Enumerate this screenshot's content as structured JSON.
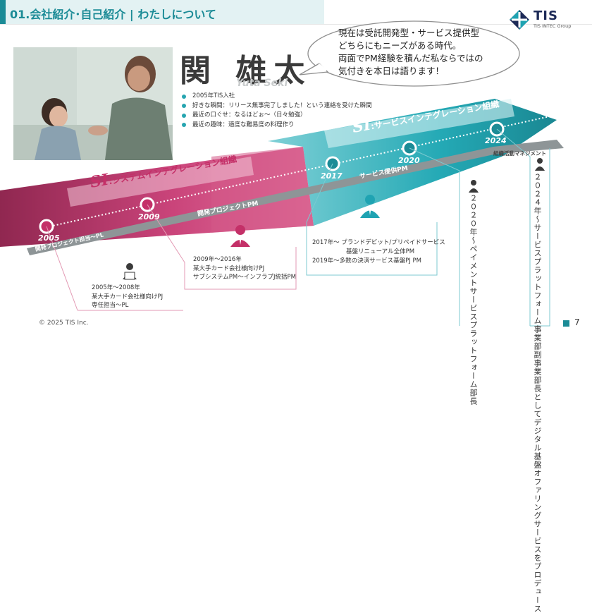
{
  "header": {
    "title": "01.会社紹介･自己紹介 | わたしについて"
  },
  "logo": {
    "name": "TIS",
    "group": "TIS INTEC Group"
  },
  "profile": {
    "name": "関 雄太",
    "name_en": "Yuta Seki",
    "bullets": [
      "2005年TIS入社",
      "好きな瞬間：リリース無事完了しました！という連絡を受けた瞬間",
      "最近の口ぐせ：なるほどぉ～（日々勉強）",
      "最近の趣味：適度な難易度の料理作り"
    ]
  },
  "speech_bubble": {
    "lines": [
      "現在は受託開発型・サービス提供型",
      "どちらにもニーズがある時代。",
      "両面でPM経験を積んだ私ならではの",
      "気付きを本日は語ります！"
    ]
  },
  "timeline": {
    "years": [
      "2005",
      "2009",
      "2017",
      "2020",
      "2024"
    ],
    "si_system": {
      "prefix": "SI",
      "label": ":システムインテグレーション組織"
    },
    "si_service": {
      "prefix": "SI",
      "label": ":サービスインテグレーション組織"
    },
    "roles": {
      "project_lead": "開発プロジェクト担当～PL",
      "dev_pm": "開発プロジェクトPM",
      "service_pm": "サービス提供PM",
      "org_mgmt": "組織活動マネジメント"
    }
  },
  "callouts": {
    "c2005": [
      "2005年～2008年",
      "某大手カード会社様向けPJ",
      "専任担当～PL"
    ],
    "c2009": [
      "2009年～2016年",
      "某大手カード会社様向けPJ",
      "サブシステムPM～インフラプJ統括PM"
    ],
    "c2017": [
      "2017年～ ブランドデビット/プリペイドサービス",
      "基盤リニューアル全体PM",
      "2019年～多数の決済サービス基盤PJ PM"
    ],
    "v2020": "２０２０年～ペイメントサービスプラットフォーム部長",
    "v2024": "２０２４年～サービスプラットフォーム事業部副事業部長としてデジタル基盤オファリングサービスをプロデュース"
  },
  "footer": {
    "copyright": "© 2025 TIS Inc.",
    "page": "7"
  },
  "colors": {
    "accent_teal": "#1b8b96",
    "arrow_pink": "#c0316b",
    "arrow_teal": "#1fa3b2",
    "bullet_teal": "#26a5b0",
    "gray_bar": "#8e9597"
  },
  "icons": {
    "logo": "tis-diamond-logo",
    "person_1": "laptop-person-icon",
    "person_2": "manager-person-icon",
    "person_3": "manager-person-icon-teal"
  }
}
